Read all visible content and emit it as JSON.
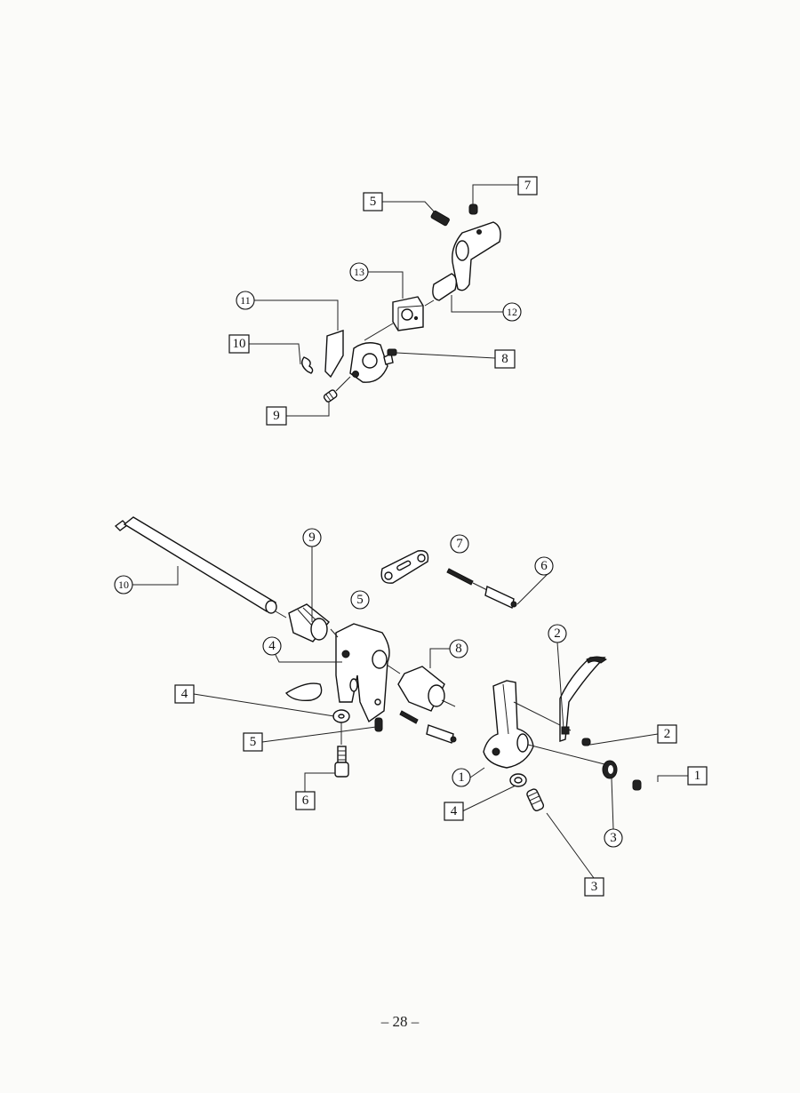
{
  "diagram_top": {
    "callouts": [
      {
        "id": "5",
        "style": "box"
      },
      {
        "id": "7",
        "style": "box"
      },
      {
        "id": "13",
        "style": "circle"
      },
      {
        "id": "11",
        "style": "circle"
      },
      {
        "id": "12",
        "style": "circle"
      },
      {
        "id": "10",
        "style": "box"
      },
      {
        "id": "8",
        "style": "box"
      },
      {
        "id": "9",
        "style": "box"
      }
    ]
  },
  "diagram_bottom": {
    "callouts": [
      {
        "id": "10",
        "style": "circle"
      },
      {
        "id": "9",
        "style": "circle"
      },
      {
        "id": "5",
        "style": "circle"
      },
      {
        "id": "7",
        "style": "circle"
      },
      {
        "id": "6",
        "style": "circle"
      },
      {
        "id": "4",
        "style": "circle"
      },
      {
        "id": "8",
        "style": "circle"
      },
      {
        "id": "2",
        "style": "circle"
      },
      {
        "id": "4",
        "style": "box"
      },
      {
        "id": "5",
        "style": "box"
      },
      {
        "id": "2",
        "style": "box"
      },
      {
        "id": "1",
        "style": "box"
      },
      {
        "id": "1",
        "style": "circle"
      },
      {
        "id": "6",
        "style": "box"
      },
      {
        "id": "4",
        "style": "box"
      },
      {
        "id": "3",
        "style": "circle"
      },
      {
        "id": "3",
        "style": "box"
      }
    ]
  },
  "page_number": "– 28 –"
}
